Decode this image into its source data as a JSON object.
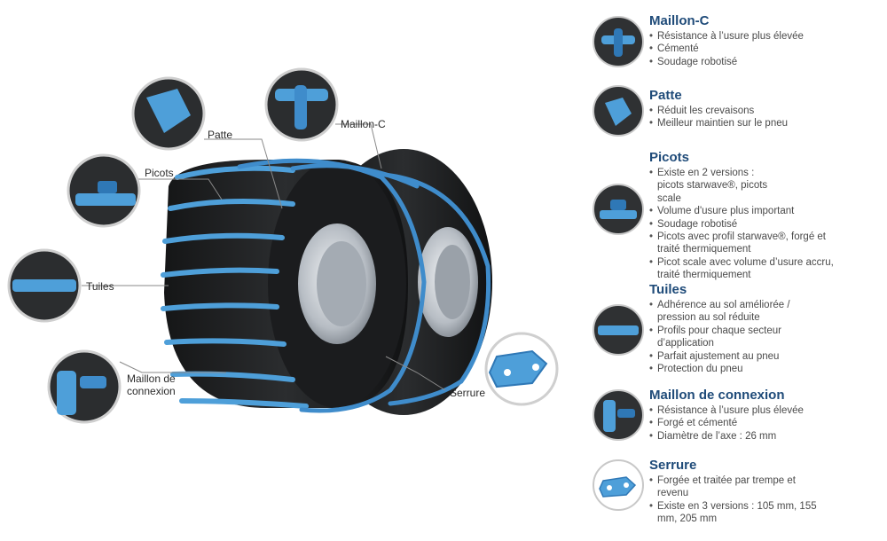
{
  "colors": {
    "chain": "#4e9fd9",
    "chain_dark": "#2f78b6",
    "title": "#1f4b79",
    "text": "#4a4a4a",
    "tire": "#1f2123",
    "rim": "#b9bfc6"
  },
  "callouts": {
    "patte": "Patte",
    "maillon_c": "Maillon-C",
    "picots": "Picots",
    "tuiles": "Tuiles",
    "maillon_connexion_1": "Maillon de",
    "maillon_connexion_2": "connexion",
    "serrure": "Serrure"
  },
  "legend": [
    {
      "title": "Maillon-C",
      "icon": "c-link-thumbnail",
      "items": [
        "Résistance à l’usure plus élevée",
        "Cémenté",
        "Soudage robotisé"
      ]
    },
    {
      "title": "Patte",
      "icon": "paw-thumbnail",
      "items": [
        "Réduit les crevaisons",
        "Meilleur maintien sur le pneu"
      ]
    },
    {
      "title": "Picots",
      "icon": "studs-thumbnail",
      "items": [
        "Existe en 2 versions : picots starwave®,  picots scale",
        "Volume d'usure plus important",
        "Soudage robotisé",
        "Picots avec profil starwave®, forgé et traité thermiquement",
        "Picot scale avec volume d’usure accru, traité thermiquement"
      ]
    },
    {
      "title": "Tuiles",
      "icon": "tile-thumbnail",
      "items": [
        "Adhérence au sol améliorée / pression au sol réduite",
        "Profils pour chaque secteur d’application",
        "Parfait ajustement au pneu",
        "Protection du pneu"
      ]
    },
    {
      "title": "Maillon de connexion",
      "icon": "connecting-link-thumbnail",
      "items": [
        "Résistance à l’usure plus élevée",
        "Forgé et cémenté",
        "Diamètre de l’axe : 26 mm"
      ]
    },
    {
      "title": "Serrure",
      "icon": "lock-thumbnail",
      "items": [
        "Forgée et traitée par trempe et revenu",
        "Existe en 3 versions : 105 mm, 155 mm, 205 mm"
      ]
    }
  ]
}
